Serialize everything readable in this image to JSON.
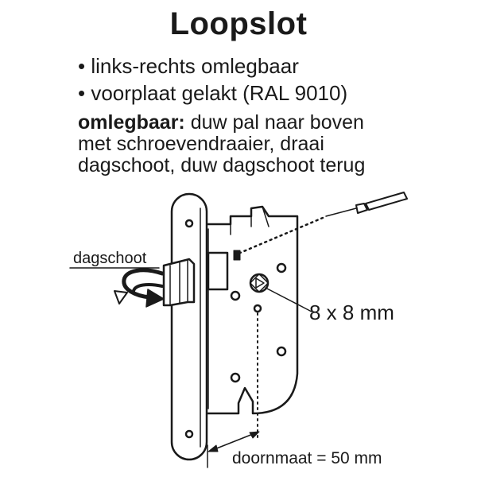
{
  "title": "Loopslot",
  "bullets": [
    "• links-rechts omlegbaar",
    "• voorplaat gelakt (RAL 9010)"
  ],
  "instructions": {
    "bold": "omlegbaar:",
    "line1_rest": " duw pal naar boven",
    "line2": "met schroevendraaier, draai",
    "line3": "dagschoot, duw dagschoot terug"
  },
  "labels": {
    "latch": "dagschoot",
    "spindle": "8 x 8 mm",
    "backset": "doornmaat = 50 mm"
  }
}
